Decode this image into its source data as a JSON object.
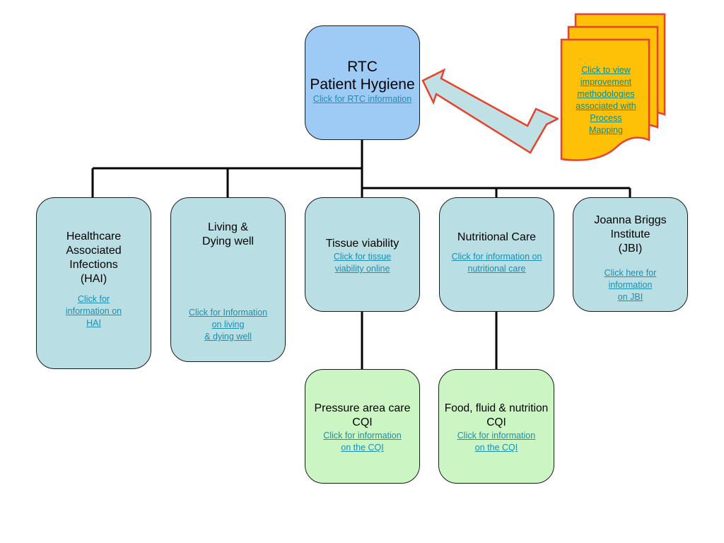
{
  "root": {
    "title_line1": "RTC",
    "title_line2": "Patient Hygiene",
    "link": "Click for RTC information"
  },
  "docs": {
    "link": "Click to view\nimprovement\nmethodologies\nassociated with\nProcess\nMapping"
  },
  "nodes": {
    "hai": {
      "title": "Healthcare\nAssociated\nInfections\n(HAI)",
      "link": "Click for\ninformation on\nHAI"
    },
    "living": {
      "title": "Living &\nDying well",
      "link": "Click for Information\non living\n& dying well"
    },
    "tissue": {
      "title": "Tissue viability",
      "link": "Click for tissue\nviability online"
    },
    "nutrition": {
      "title": "Nutritional Care",
      "link": "Click for information on\nnutritional care"
    },
    "jbi": {
      "title": "Joanna Briggs\nInstitute\n(JBI)",
      "link": "Click here for\ninformation\non JBI"
    },
    "pressure": {
      "title": "Pressure area care\nCQI",
      "link": "Click for information\non the CQI"
    },
    "food": {
      "title": "Food, fluid & nutrition\nCQI",
      "link": "Click for information\non the CQI"
    }
  },
  "colors": {
    "root_fill": "#9ecbf6",
    "node_fill": "#b9dfe4",
    "cqi_fill": "#ccf5c4",
    "docs_fill": "#ffc107",
    "docs_border": "#e8412c",
    "arrow_fill": "#bfe0e4",
    "arrow_border": "#e8412c",
    "link": "#1a8fb0"
  }
}
